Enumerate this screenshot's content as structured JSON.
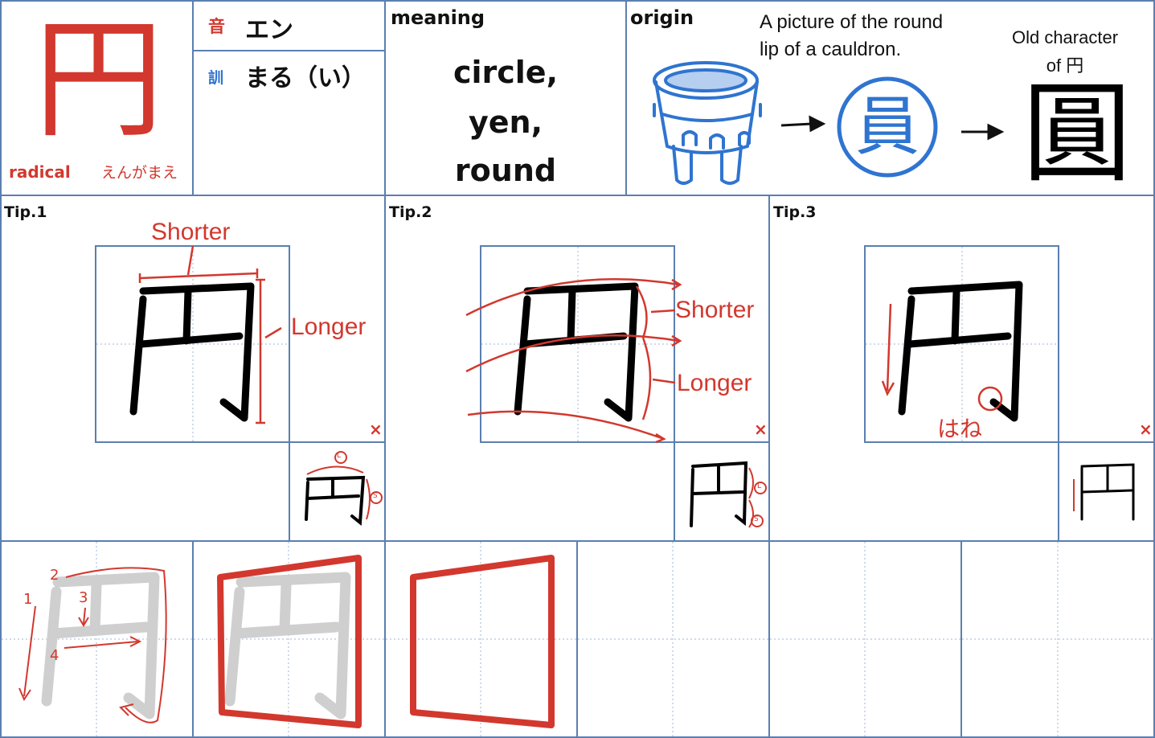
{
  "kanji": "円",
  "radical": {
    "label": "radical",
    "name": "えんがまえ"
  },
  "readings": {
    "on_icon": "音",
    "on": "エン",
    "kun_icon": "訓",
    "kun": "まる（い）"
  },
  "meaning": {
    "heading": "meaning",
    "line1": "circle,",
    "line2": "yen,",
    "line3": "round"
  },
  "origin": {
    "heading": "origin",
    "desc_line1": "A picture of the round",
    "desc_line2": "lip of a cauldron.",
    "old_label_line1": "Old character",
    "old_label_line2": "of 円",
    "inner_char": "員",
    "old_char": "圓"
  },
  "tip1": {
    "label": "Tip.1",
    "shorter": "Shorter",
    "longer": "Longer",
    "mini_l": "L",
    "mini_s": "S"
  },
  "tip2": {
    "label": "Tip.2",
    "shorter": "Shorter",
    "longer": "Longer",
    "mini_l": "L",
    "mini_s": "S"
  },
  "tip3": {
    "label": "Tip.3",
    "hane": "はね"
  },
  "close_mark": "×",
  "stroke_numbers": [
    "1",
    "2",
    "3",
    "4"
  ],
  "colors": {
    "accent_red": "#d2382e",
    "grid_blue": "#5b7fb0",
    "origin_blue": "#2f74d0"
  }
}
